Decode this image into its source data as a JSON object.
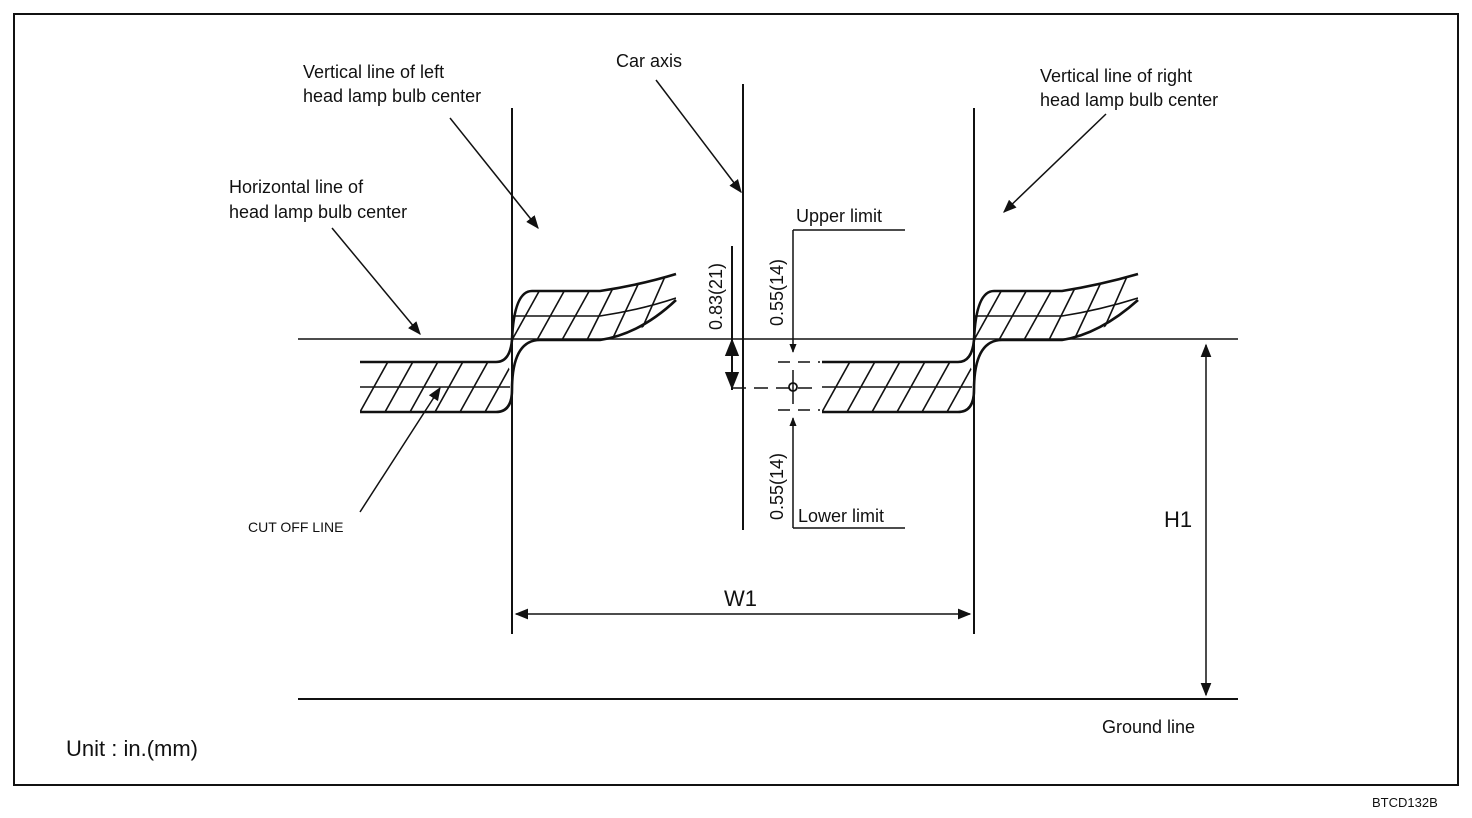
{
  "labels": {
    "left_vertical": [
      "Vertical line of left",
      "head lamp bulb center"
    ],
    "car_axis": "Car axis",
    "right_vertical": [
      "Vertical line of right",
      "head lamp bulb center"
    ],
    "horizontal": [
      "Horizontal line of",
      "head lamp bulb center"
    ],
    "upper_limit": "Upper limit",
    "lower_limit": "Lower limit",
    "cut_off_line": "CUT OFF LINE",
    "dim_083": "0.83(21)",
    "dim_055_upper": "0.55(14)",
    "dim_055_lower": "0.55(14)",
    "w1": "W1",
    "h1": "H1",
    "ground_line": "Ground line",
    "unit": "Unit : in.(mm)",
    "figure_code": "BTCD132B"
  },
  "colors": {
    "ink": "#111111",
    "background": "#ffffff"
  }
}
